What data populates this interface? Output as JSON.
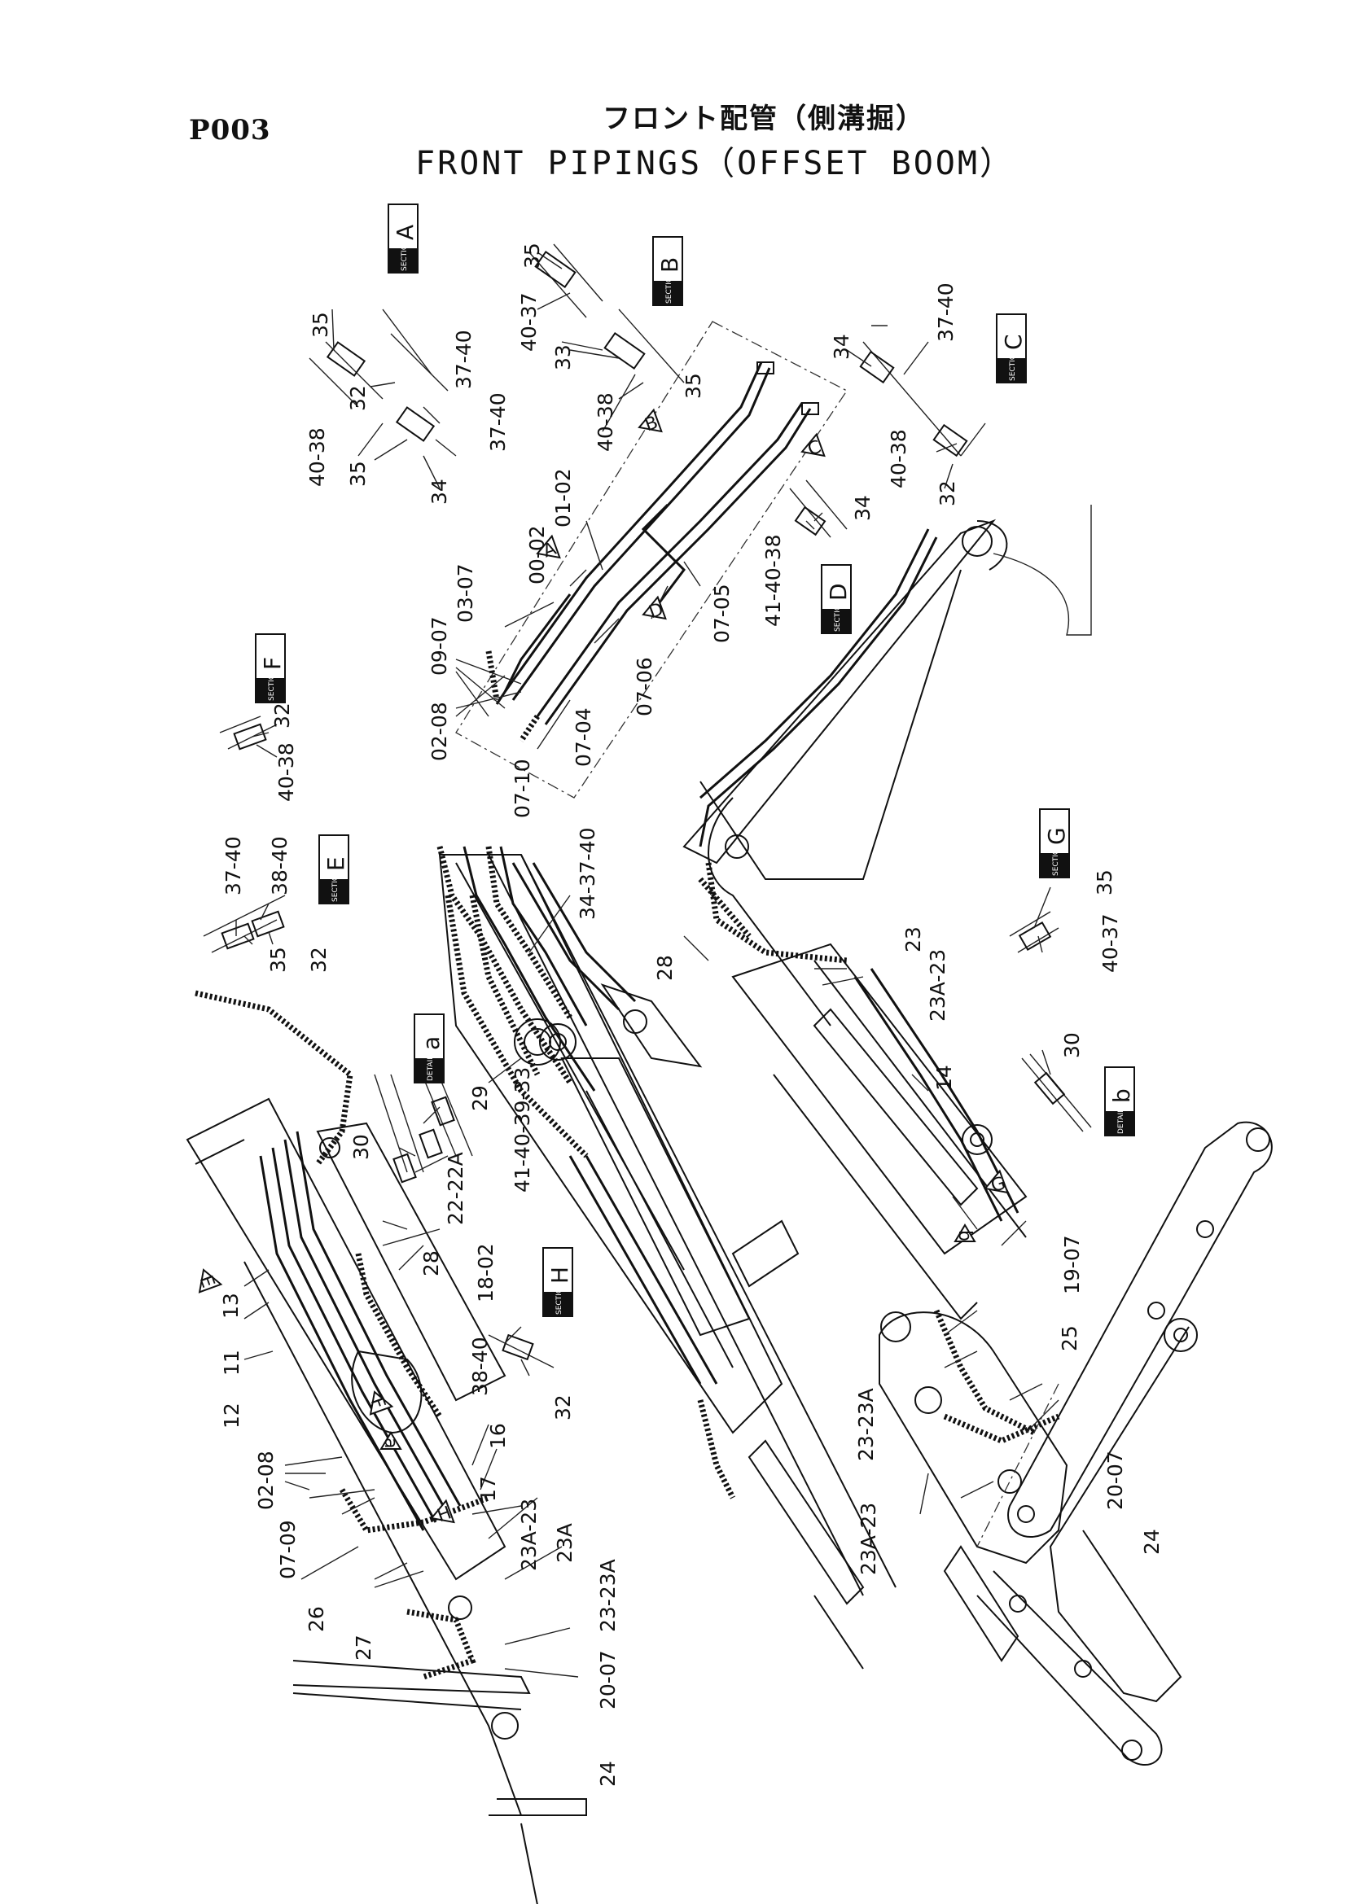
{
  "page": {
    "code": "P003",
    "title_jp": "フロント配管（側溝掘）",
    "title_en": "FRONT PIPINGS（OFFSET BOOM）"
  },
  "sections": [
    {
      "id": "A",
      "label": "SECTION",
      "letter": "A"
    },
    {
      "id": "B",
      "label": "SECTION",
      "letter": "B"
    },
    {
      "id": "C",
      "label": "SECTION",
      "letter": "C"
    },
    {
      "id": "D",
      "label": "SECTION",
      "letter": "D"
    },
    {
      "id": "E",
      "label": "SECTION",
      "letter": "E"
    },
    {
      "id": "F",
      "label": "SECTION",
      "letter": "F"
    },
    {
      "id": "G",
      "label": "SECTION",
      "letter": "G"
    },
    {
      "id": "H",
      "label": "SECTION",
      "letter": "H"
    },
    {
      "id": "a",
      "label": "DETAIL",
      "letter": "a"
    },
    {
      "id": "b",
      "label": "DETAIL",
      "letter": "b"
    }
  ],
  "view_arrows": [
    "A",
    "B",
    "C",
    "D",
    "E",
    "F",
    "G",
    "H",
    "a",
    "b"
  ],
  "callouts": {
    "c_35_a": "35",
    "c_32_a": "32",
    "c_40_38_a": "40-38",
    "c_35_a2": "35",
    "c_37_40_a": "37-40",
    "c_37_40_a2": "37-40",
    "c_34_a": "34",
    "c_35_b": "35",
    "c_40_37_b": "40-37",
    "c_33_b": "33",
    "c_35_b2": "35",
    "c_40_38_b": "40-38",
    "c_34_c": "34",
    "c_37_40_c": "37-40",
    "c_40_38_c": "40-38",
    "c_32_c": "32",
    "c_01_02": "01-02",
    "c_00_02": "00-02",
    "c_03_07": "03-07",
    "c_09_07": "09-07",
    "c_02_08_top": "02-08",
    "c_07_10": "07-10",
    "c_07_04": "07-04",
    "c_07_06": "07-06",
    "c_07_05": "07-05",
    "c_34_d": "34",
    "c_41_40_38_d": "41-40-38",
    "c_32_f": "32",
    "c_40_38_f": "40-38",
    "c_37_40_e": "37-40",
    "c_38_40_e": "38-40",
    "c_35_e": "35",
    "c_32_e": "32",
    "c_34_37_40": "34-37-40",
    "c_28_top": "28",
    "c_23_top": "23",
    "c_23a_23_top": "23A-23",
    "c_35_g": "35",
    "c_40_37_g": "40-37",
    "c_30_b": "30",
    "c_14": "14",
    "c_29": "29",
    "c_30_a": "30",
    "c_22_22a": "22-22A",
    "c_41_40_39_33": "41-40-39-33",
    "c_18_02": "18-02",
    "c_28_mid": "28",
    "c_13": "13",
    "c_11": "11",
    "c_12": "12",
    "c_38_40_h": "38-40",
    "c_32_h": "32",
    "c_02_08_low": "02-08",
    "c_07_09": "07-09",
    "c_16": "16",
    "c_17": "17",
    "c_26": "26",
    "c_27": "27",
    "c_23a_23_low": "23A-23",
    "c_23a": "23A",
    "c_23_23a_low": "23-23A",
    "c_20_07_low": "20-07",
    "c_24_low": "24",
    "c_19_07": "19-07",
    "c_25": "25",
    "c_23_23a_mid": "23-23A",
    "c_20_07_mid": "20-07",
    "c_24_mid": "24",
    "c_23a_23_mid": "23A-23"
  }
}
